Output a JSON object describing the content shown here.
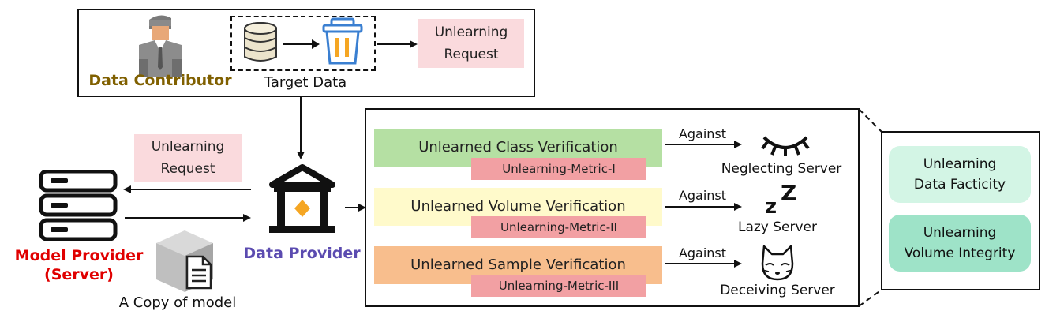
{
  "top": {
    "contributor_label": "Data Contributor",
    "target_label": "Target Data",
    "request_line1": "Unlearning",
    "request_line2": "Request"
  },
  "left": {
    "request_line1": "Unlearning",
    "request_line2": "Request",
    "provider_line1": "Model Provider",
    "provider_line2": "(Server)",
    "copy_label": "A Copy of model",
    "data_provider_label": "Data Provider"
  },
  "verifications": [
    {
      "title": "Unlearned Class Verification",
      "metric": "Unlearning-Metric-I",
      "against": "Against",
      "server": "Neglecting Server",
      "color": "#b5e0a3"
    },
    {
      "title": "Unlearned Volume Verification",
      "metric": "Unlearning-Metric-II",
      "against": "Against",
      "server": "Lazy Server",
      "color": "#fffacb"
    },
    {
      "title": "Unlearned Sample Verification",
      "metric": "Unlearning-Metric-III",
      "against": "Against",
      "server": "Deceiving Server",
      "color": "#f8be8d"
    }
  ],
  "right": {
    "facticity_line1": "Unlearning",
    "facticity_line2": "Data Facticity",
    "integrity_line1": "Unlearning",
    "integrity_line2": "Volume Integrity"
  },
  "colors": {
    "contributor": "#806000",
    "model_provider": "#e00000",
    "data_provider": "#5b4bb0",
    "metric": "#f2a0a3",
    "request": "#fadadd",
    "facticity": "#d3f5e5",
    "integrity": "#9ee3c8",
    "trash": "#3a7fd1",
    "bank_diamond": "#f5a623"
  },
  "icons": [
    "person-icon",
    "database-icon",
    "trash-icon",
    "server-icon",
    "model-box-icon",
    "document-icon",
    "bank-icon",
    "closed-eye-icon",
    "sleep-icon",
    "fox-icon"
  ]
}
